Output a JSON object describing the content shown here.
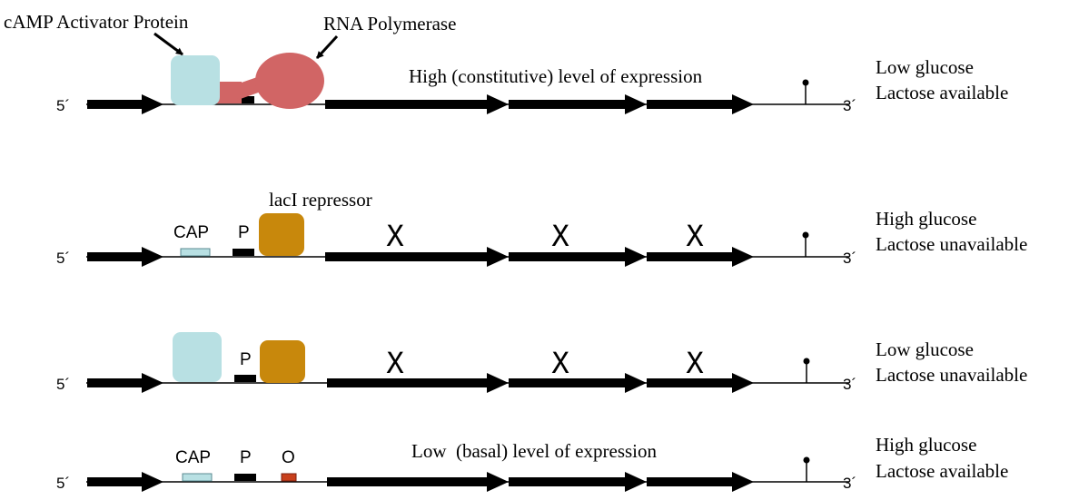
{
  "colors": {
    "cap_protein": "#b8e0e3",
    "rna_polymerase": "#d16565",
    "repressor": "#c8880c",
    "operator_site": "#c8401c",
    "dna": "#000000"
  },
  "callouts": {
    "cap_protein": "cAMP Activator Protein",
    "rna_polymerase": "RNA Polymerase",
    "repressor": "lacI repressor"
  },
  "strand_labels": {
    "five_prime": "5´",
    "three_prime": "3´"
  },
  "site_labels": {
    "cap": "CAP",
    "promoter": "P",
    "operator": "O",
    "blocked": "X"
  },
  "rows": [
    {
      "condition_1": "Low glucose",
      "condition_2": "Lactose available",
      "expression": "High (constitutive) level of expression"
    },
    {
      "condition_1": "High glucose",
      "condition_2": "Lactose unavailable",
      "expression": ""
    },
    {
      "condition_1": "Low glucose",
      "condition_2": "Lactose unavailable",
      "expression": ""
    },
    {
      "condition_1": "High glucose",
      "condition_2": "Lactose available",
      "expression": "Low  (basal) level of expression"
    }
  ]
}
